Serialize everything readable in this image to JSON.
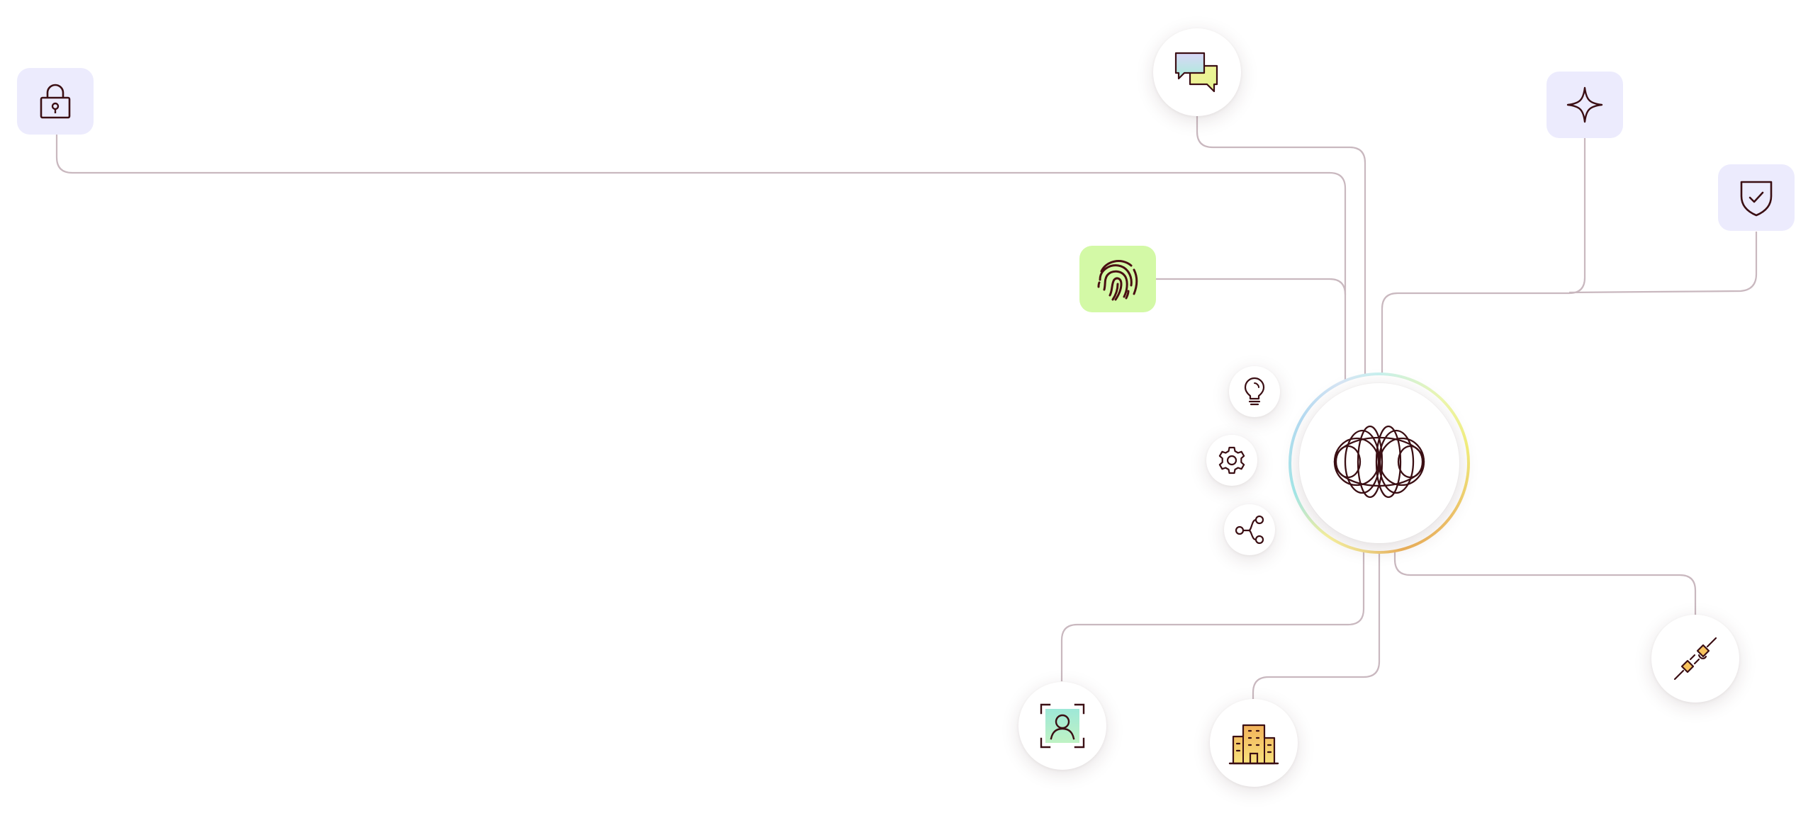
{
  "diagram": {
    "hub": {
      "icon": "orbital-logo-icon"
    },
    "nodes": [
      {
        "name": "lock-node",
        "icon": "lock-icon",
        "style": "tile",
        "color": "#ecebfd"
      },
      {
        "name": "chat-node",
        "icon": "chat-bubbles-icon",
        "style": "circle"
      },
      {
        "name": "sparkle-node",
        "icon": "sparkle-icon",
        "style": "tile",
        "color": "#ecebfd"
      },
      {
        "name": "shield-node",
        "icon": "shield-check-icon",
        "style": "tile",
        "color": "#ecebfd"
      },
      {
        "name": "fingerprint-node",
        "icon": "fingerprint-icon",
        "style": "tile",
        "color": "#d3f9a6"
      },
      {
        "name": "lightbulb-node",
        "icon": "lightbulb-icon",
        "style": "circle"
      },
      {
        "name": "settings-node",
        "icon": "gear-icon",
        "style": "circle"
      },
      {
        "name": "share-node",
        "icon": "share-icon",
        "style": "circle"
      },
      {
        "name": "user-scan-node",
        "icon": "user-scan-icon",
        "style": "circle"
      },
      {
        "name": "building-node",
        "icon": "building-icon",
        "style": "circle"
      },
      {
        "name": "plug-node",
        "icon": "plug-icon",
        "style": "circle"
      }
    ],
    "colors": {
      "connector": "#c9b8bf",
      "icon_stroke": "#3b0f14",
      "tile_lavender": "#ecebfd",
      "tile_green": "#d3f9a6",
      "accent_yellow": "#f7d66a",
      "accent_orange": "#f2b25a",
      "accent_teal": "#9ee8d8",
      "accent_blue": "#cfe6f6"
    }
  }
}
